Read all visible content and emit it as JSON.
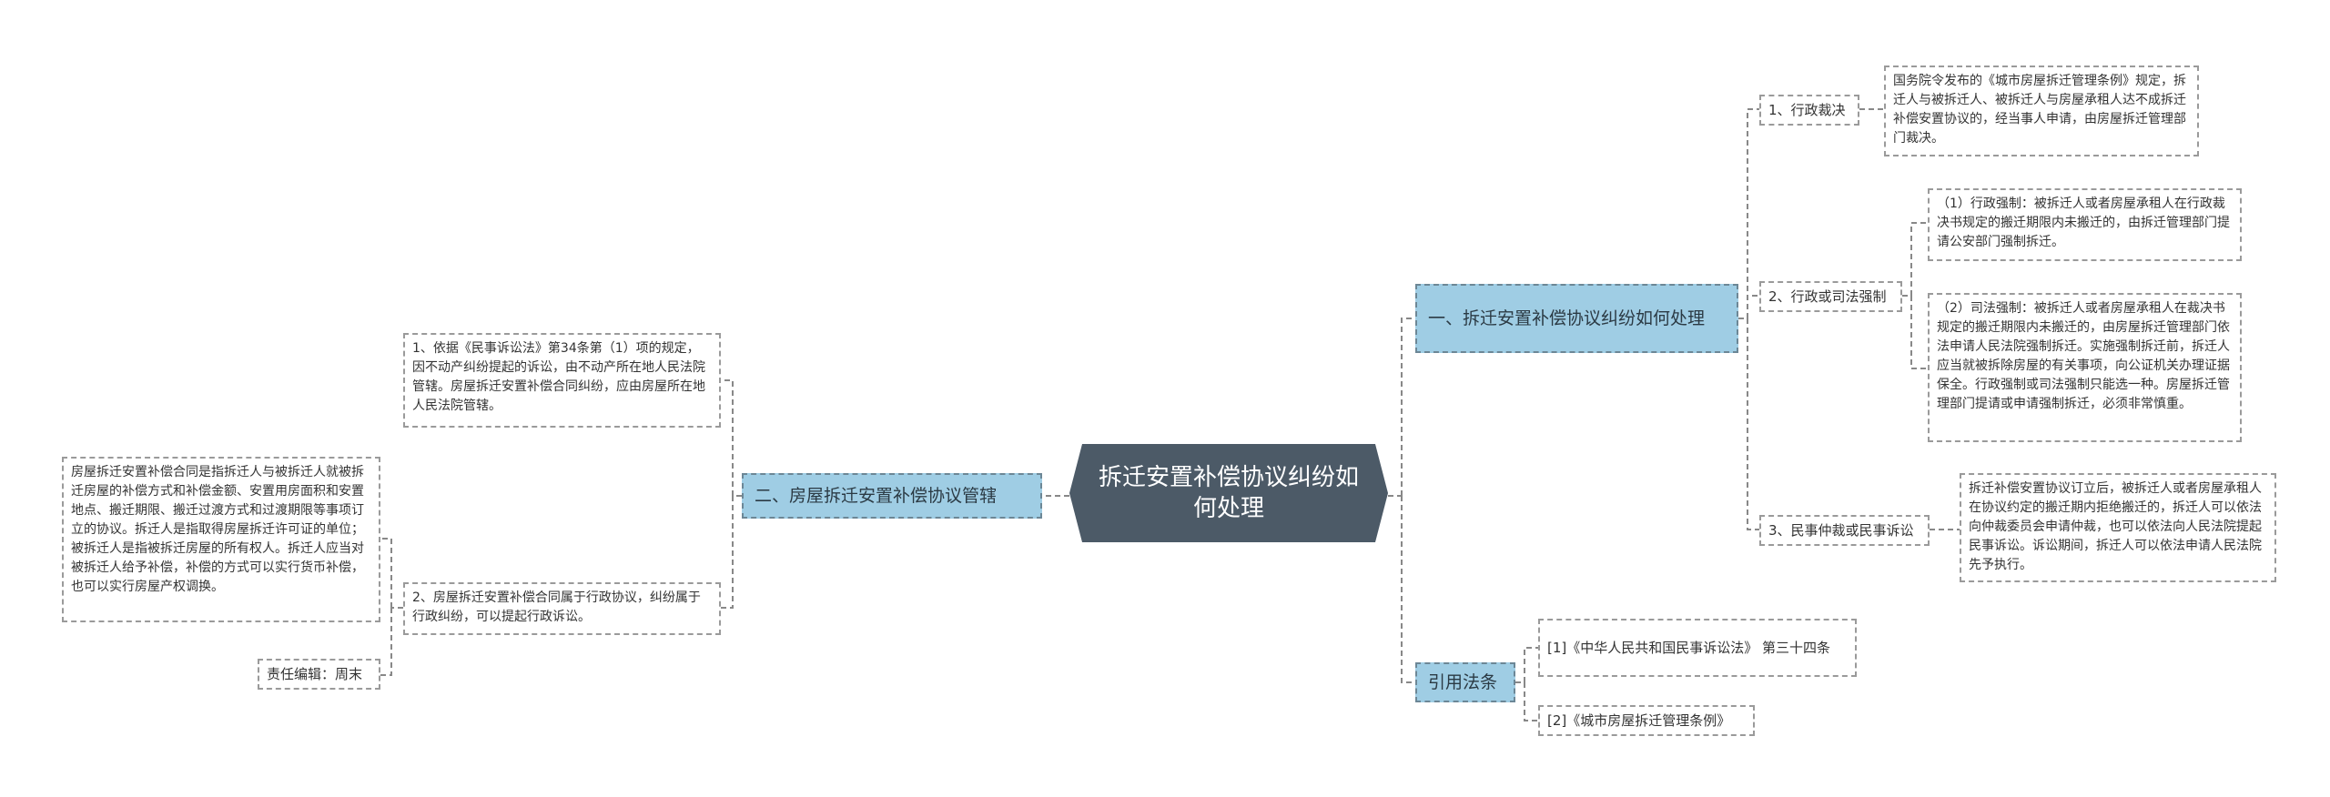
{
  "root": {
    "text": "拆迁安置补偿协议纠纷如何处理"
  },
  "right_branch_1": {
    "title": "一、拆迁安置补偿协议纠纷如何处理",
    "items": [
      {
        "label": "1、行政裁决",
        "details": [
          "国务院令发布的《城市房屋拆迁管理条例》规定，拆迁人与被拆迁人、被拆迁人与房屋承租人达不成拆迁补偿安置协议的，经当事人申请，由房屋拆迁管理部门裁决。"
        ]
      },
      {
        "label": "2、行政或司法强制",
        "details": [
          "（1）行政强制：被拆迁人或者房屋承租人在行政裁决书规定的搬迁期限内未搬迁的，由拆迁管理部门提请公安部门强制拆迁。",
          "（2）司法强制：被拆迁人或者房屋承租人在裁决书规定的搬迁期限内未搬迁的，由房屋拆迁管理部门依法申请人民法院强制拆迁。实施强制拆迁前，拆迁人应当就被拆除房屋的有关事项，向公证机关办理证据保全。行政强制或司法强制只能选一种。房屋拆迁管理部门提请或申请强制拆迁，必须非常慎重。"
        ]
      },
      {
        "label": "3、民事仲裁或民事诉讼",
        "details": [
          "拆迁补偿安置协议订立后，被拆迁人或者房屋承租人在协议约定的搬迁期内拒绝搬迁的，拆迁人可以依法向仲裁委员会申请仲裁，也可以依法向人民法院提起民事诉讼。诉讼期间，拆迁人可以依法申请人民法院先予执行。"
        ]
      }
    ]
  },
  "right_branch_2": {
    "title": "引用法条",
    "items": [
      "[1]《中华人民共和国民事诉讼法》 第三十四条",
      "[2]《城市房屋拆迁管理条例》"
    ]
  },
  "left_branch": {
    "title": "二、房屋拆迁安置补偿协议管辖",
    "items": [
      "1、依据《民事诉讼法》第34条第（1）项的规定，因不动产纠纷提起的诉讼，由不动产所在地人民法院管辖。房屋拆迁安置补偿合同纠纷，应由房屋所在地人民法院管辖。",
      "2、房屋拆迁安置补偿合同属于行政协议，纠纷属于行政纠纷，可以提起行政诉讼。"
    ],
    "note": "房屋拆迁安置补偿合同是指拆迁人与被拆迁人就被拆迁房屋的补偿方式和补偿金额、安置用房面积和安置地点、搬迁期限、搬迁过渡方式和过渡期限等事项订立的协议。拆迁人是指取得房屋拆迁许可证的单位；被拆迁人是指被拆迁房屋的所有权人。拆迁人应当对被拆迁人给予补偿，补偿的方式可以实行货币补偿，也可以实行房屋产权调换。",
    "editor": "责任编辑：周末"
  },
  "colors": {
    "root": "#4c5a67",
    "branch": "#9fcde4",
    "line": "#888888"
  }
}
